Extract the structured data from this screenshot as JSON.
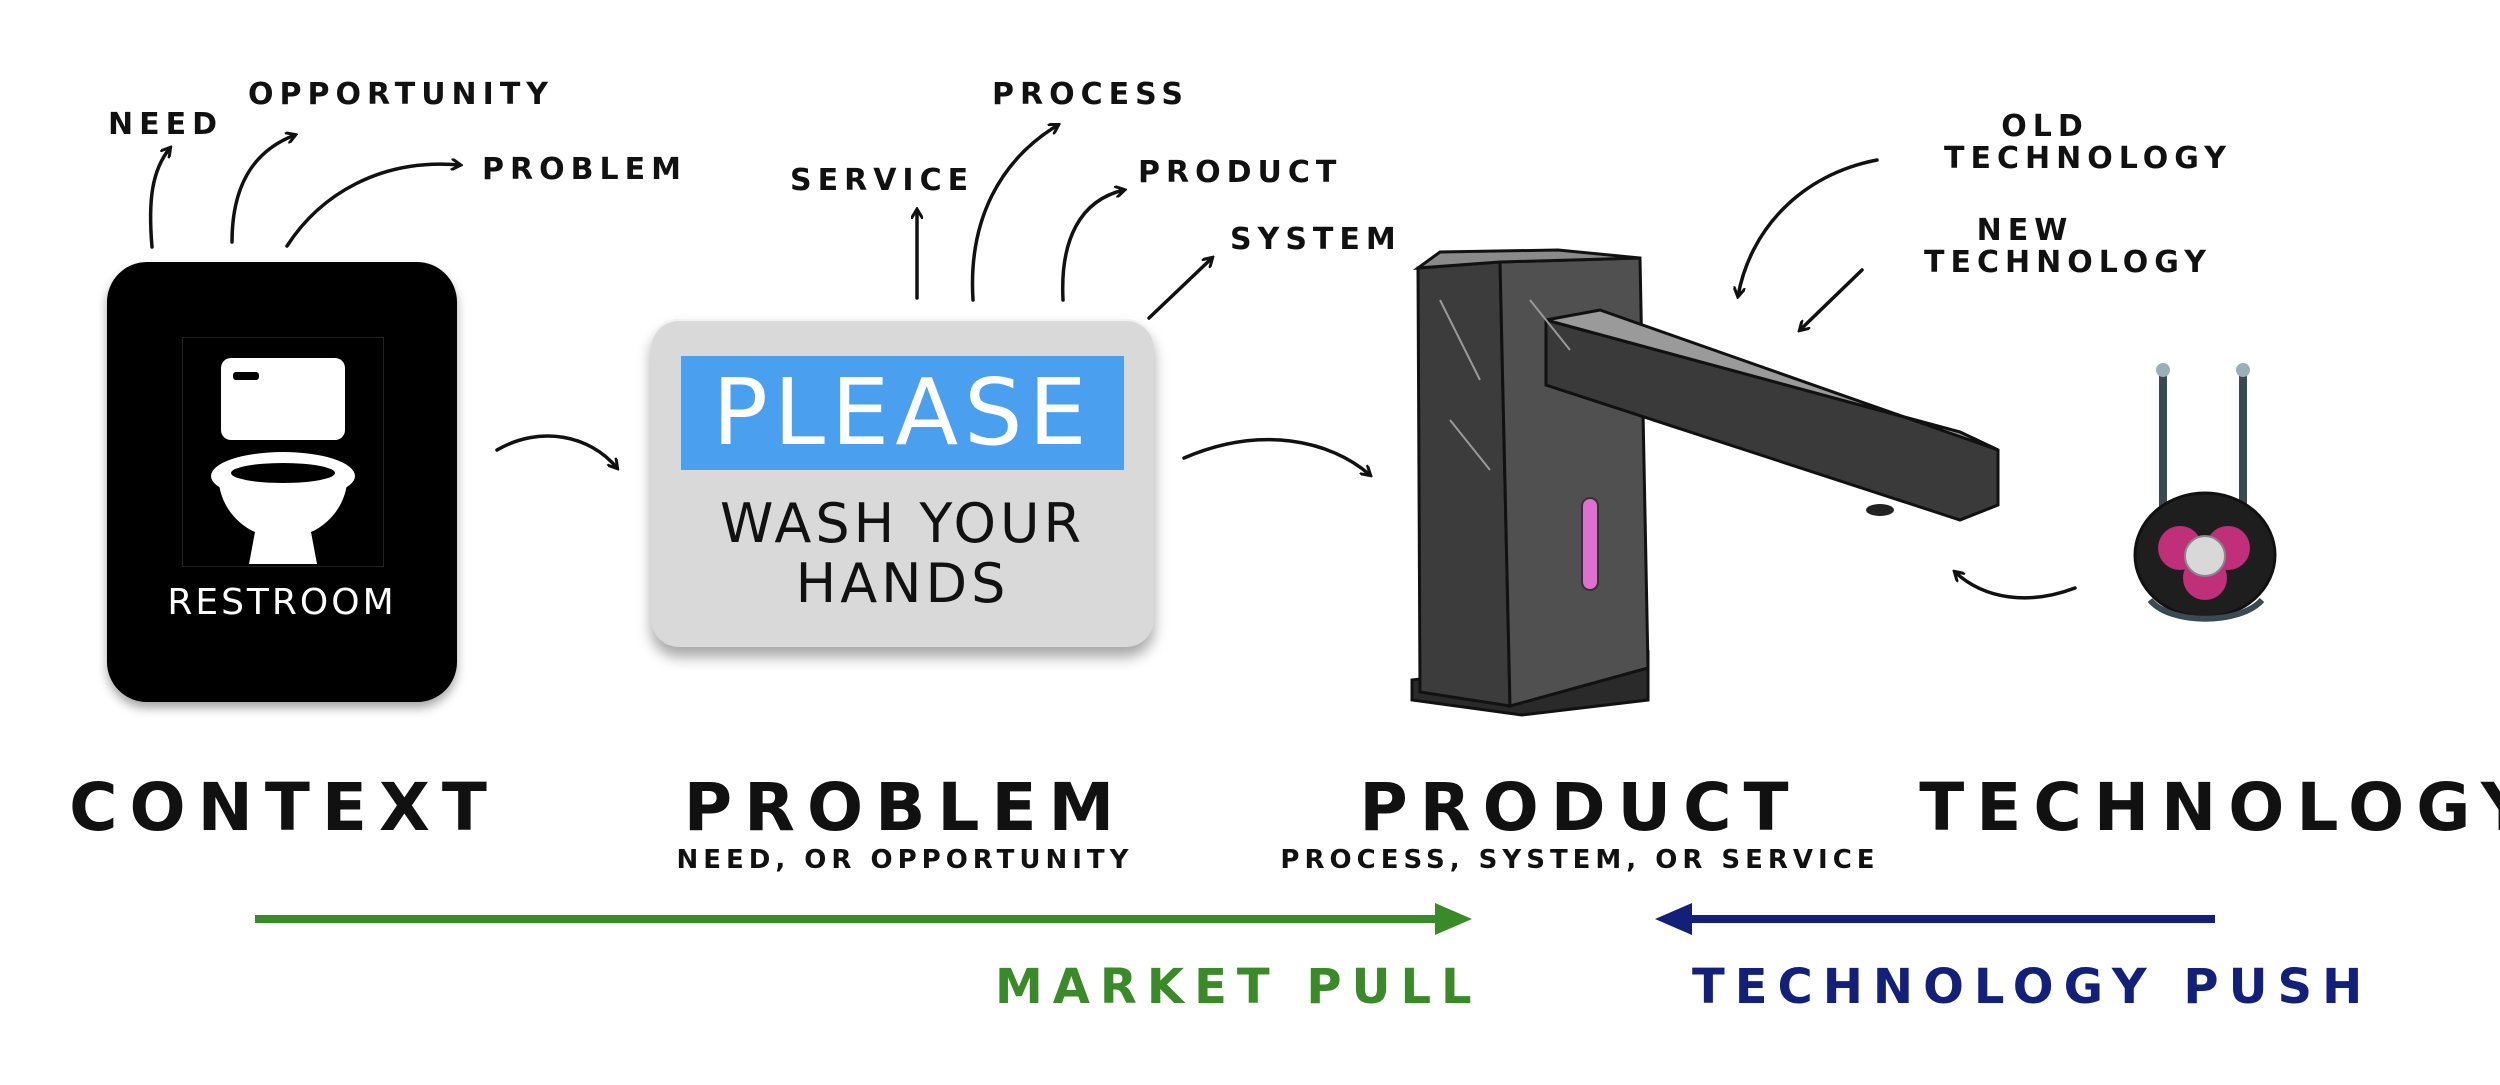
{
  "context_annotations": {
    "need": "NEED",
    "opportunity": "OPPORTUNITY",
    "problem": "PROBLEM"
  },
  "problem_annotations": {
    "service": "SERVICE",
    "process": "PROCESS",
    "product": "PRODUCT",
    "system": "SYSTEM"
  },
  "technology_annotations": {
    "old_line1": "OLD",
    "old_line2": "TECHNOLOGY",
    "new_line1": "NEW",
    "new_line2": "TECHNOLOGY"
  },
  "restroom_sign": {
    "text": "RESTROOM",
    "icon": "toilet-icon"
  },
  "hand_sign": {
    "headline": "PLEASE",
    "line1": "WASH YOUR",
    "line2": "HANDS",
    "band_color": "#4aa0ef"
  },
  "stages": [
    {
      "title": "CONTEXT",
      "subtitle": ""
    },
    {
      "title": "PROBLEM",
      "subtitle": "NEED, OR OPPORTUNITY"
    },
    {
      "title": "PRODUCT",
      "subtitle": "PROCESS, SYSTEM, OR SERVICE"
    },
    {
      "title": "TECHNOLOGY",
      "subtitle": ""
    }
  ],
  "forces": {
    "market_pull": {
      "label": "MARKET PULL",
      "color": "#3a8a2a"
    },
    "technology_push": {
      "label": "TECHNOLOGY PUSH",
      "color": "#13207a"
    }
  },
  "images": {
    "faucet": "faucet-icon",
    "pump": "peristaltic-pump-icon"
  }
}
